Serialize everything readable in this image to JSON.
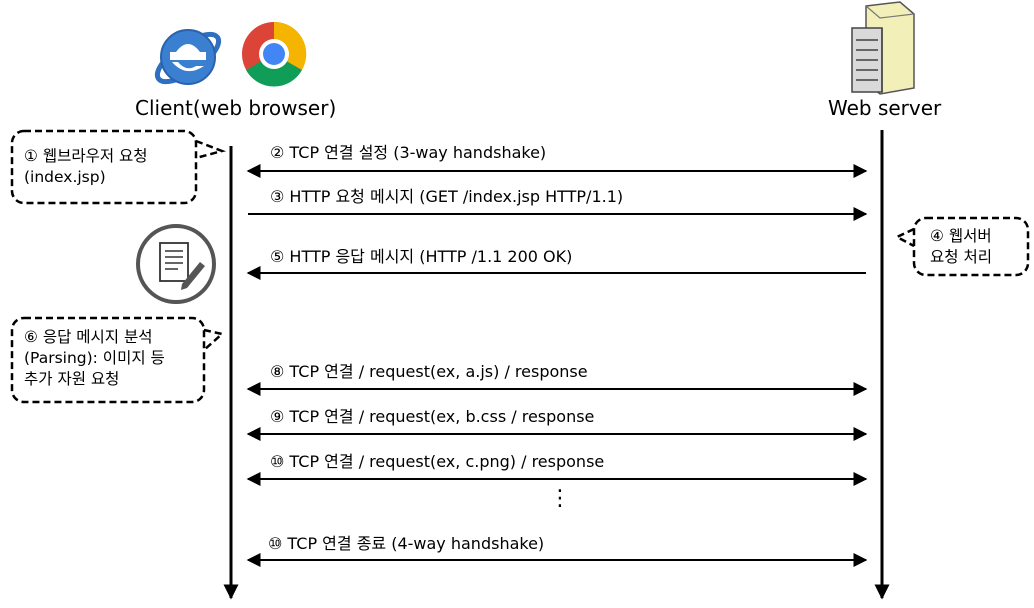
{
  "client_label": "Client(web browser)",
  "server_label": "Web server",
  "icons": {
    "ie": "internet-explorer-icon",
    "chrome": "chrome-icon",
    "server": "server-icon",
    "document": "document-edit-icon"
  },
  "messages": [
    {
      "text": "② TCP 연결 설정 (3-way handshake)",
      "direction": "both"
    },
    {
      "text": "③ HTTP 요청 메시지 (GET /index.jsp HTTP/1.1)",
      "direction": "to-server"
    },
    {
      "text": "⑤ HTTP 응답 메시지 (HTTP /1.1 200 OK)",
      "direction": "to-client"
    },
    {
      "text": "⑧ TCP 연결 / request(ex, a.js) / response",
      "direction": "both"
    },
    {
      "text": "⑨ TCP 연결 / request(ex, b.css / response",
      "direction": "both"
    },
    {
      "text": "⑩ TCP 연결 / request(ex, c.png) / response",
      "direction": "both"
    },
    {
      "text": "⑩ TCP 연결 종료 (4-way handshake)",
      "direction": "both"
    }
  ],
  "notes": {
    "browser_request": "① 웹브라우저 요청\n(index.jsp)",
    "server_processing": "④ 웹서버\n요청 처리",
    "parse_response": "⑥ 응답 메시지 분석\n(Parsing): 이미지 등\n추가 자원 요청"
  },
  "ellipsis": "⋮"
}
